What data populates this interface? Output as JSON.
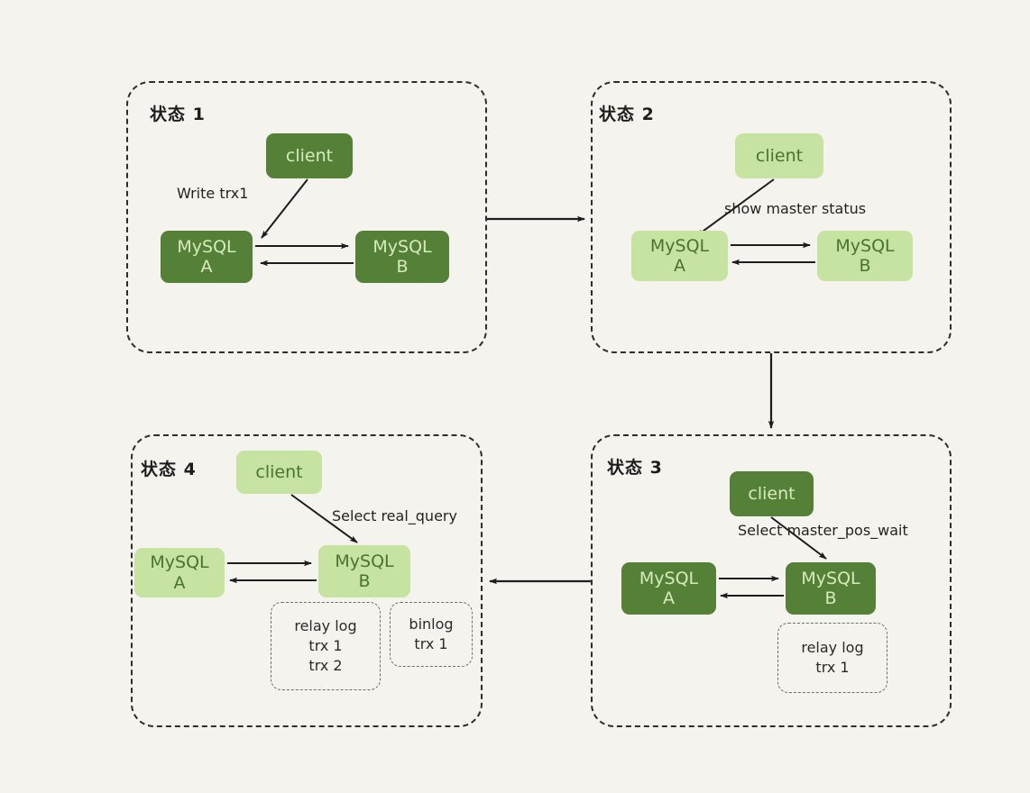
{
  "diagram": {
    "title_semantic": "MySQL master-slave read-after-write consistency state flow",
    "background_color": "#f5f3ee",
    "colors": {
      "dark_green_fill": "#558038",
      "dark_green_text": "#d7eabb",
      "light_green_fill": "#c6e3a2",
      "light_green_text": "#4a7330",
      "stroke": "#2d2d2d",
      "log_stroke": "#6f6f6a"
    }
  },
  "panels": [
    {
      "id": "state-1",
      "label": "状态 1",
      "theme": "dark",
      "nodes": [
        {
          "id": "client",
          "line1": "client",
          "line2": "",
          "theme": "dark"
        },
        {
          "id": "mysql-a",
          "line1": "MySQL",
          "line2": "A",
          "theme": "dark"
        },
        {
          "id": "mysql-b",
          "line1": "MySQL",
          "line2": "B",
          "theme": "dark"
        }
      ],
      "edge_label": "Write trx1",
      "logs": []
    },
    {
      "id": "state-2",
      "label": "状态 2",
      "theme": "light",
      "nodes": [
        {
          "id": "client",
          "line1": "client",
          "line2": "",
          "theme": "light"
        },
        {
          "id": "mysql-a",
          "line1": "MySQL",
          "line2": "A",
          "theme": "light"
        },
        {
          "id": "mysql-b",
          "line1": "MySQL",
          "line2": "B",
          "theme": "light"
        }
      ],
      "edge_label": "show master status",
      "logs": []
    },
    {
      "id": "state-3",
      "label": "状态 3",
      "theme": "dark",
      "nodes": [
        {
          "id": "client",
          "line1": "client",
          "line2": "",
          "theme": "dark"
        },
        {
          "id": "mysql-a",
          "line1": "MySQL",
          "line2": "A",
          "theme": "dark"
        },
        {
          "id": "mysql-b",
          "line1": "MySQL",
          "line2": "B",
          "theme": "dark"
        }
      ],
      "edge_label": "Select master_pos_wait",
      "logs": [
        {
          "id": "relay-log",
          "title": "relay log",
          "entries": [
            "trx 1"
          ]
        }
      ]
    },
    {
      "id": "state-4",
      "label": "状态 4",
      "theme": "light",
      "nodes": [
        {
          "id": "client",
          "line1": "client",
          "line2": "",
          "theme": "light"
        },
        {
          "id": "mysql-a",
          "line1": "MySQL",
          "line2": "A",
          "theme": "light"
        },
        {
          "id": "mysql-b",
          "line1": "MySQL",
          "line2": "B",
          "theme": "light"
        }
      ],
      "edge_label": "Select real_query",
      "logs": [
        {
          "id": "relay-log",
          "title": "relay log",
          "entries": [
            "trx 1",
            "trx 2"
          ]
        },
        {
          "id": "binlog",
          "title": "binlog",
          "entries": [
            "trx 1"
          ]
        }
      ]
    }
  ],
  "log_text": {
    "relay_log_3_l1": "relay log",
    "relay_log_3_l2": "trx 1",
    "relay_log_4_l1": "relay log",
    "relay_log_4_l2": "trx 1",
    "relay_log_4_l3": "trx 2",
    "binlog_4_l1": "binlog",
    "binlog_4_l2": "trx 1"
  },
  "flow_arrows": [
    {
      "id": "p1-to-p2",
      "from": "state-1",
      "to": "state-2",
      "direction": "right"
    },
    {
      "id": "p2-to-p3",
      "from": "state-2",
      "to": "state-3",
      "direction": "down"
    },
    {
      "id": "p3-to-p4",
      "from": "state-3",
      "to": "state-4",
      "direction": "left"
    }
  ]
}
